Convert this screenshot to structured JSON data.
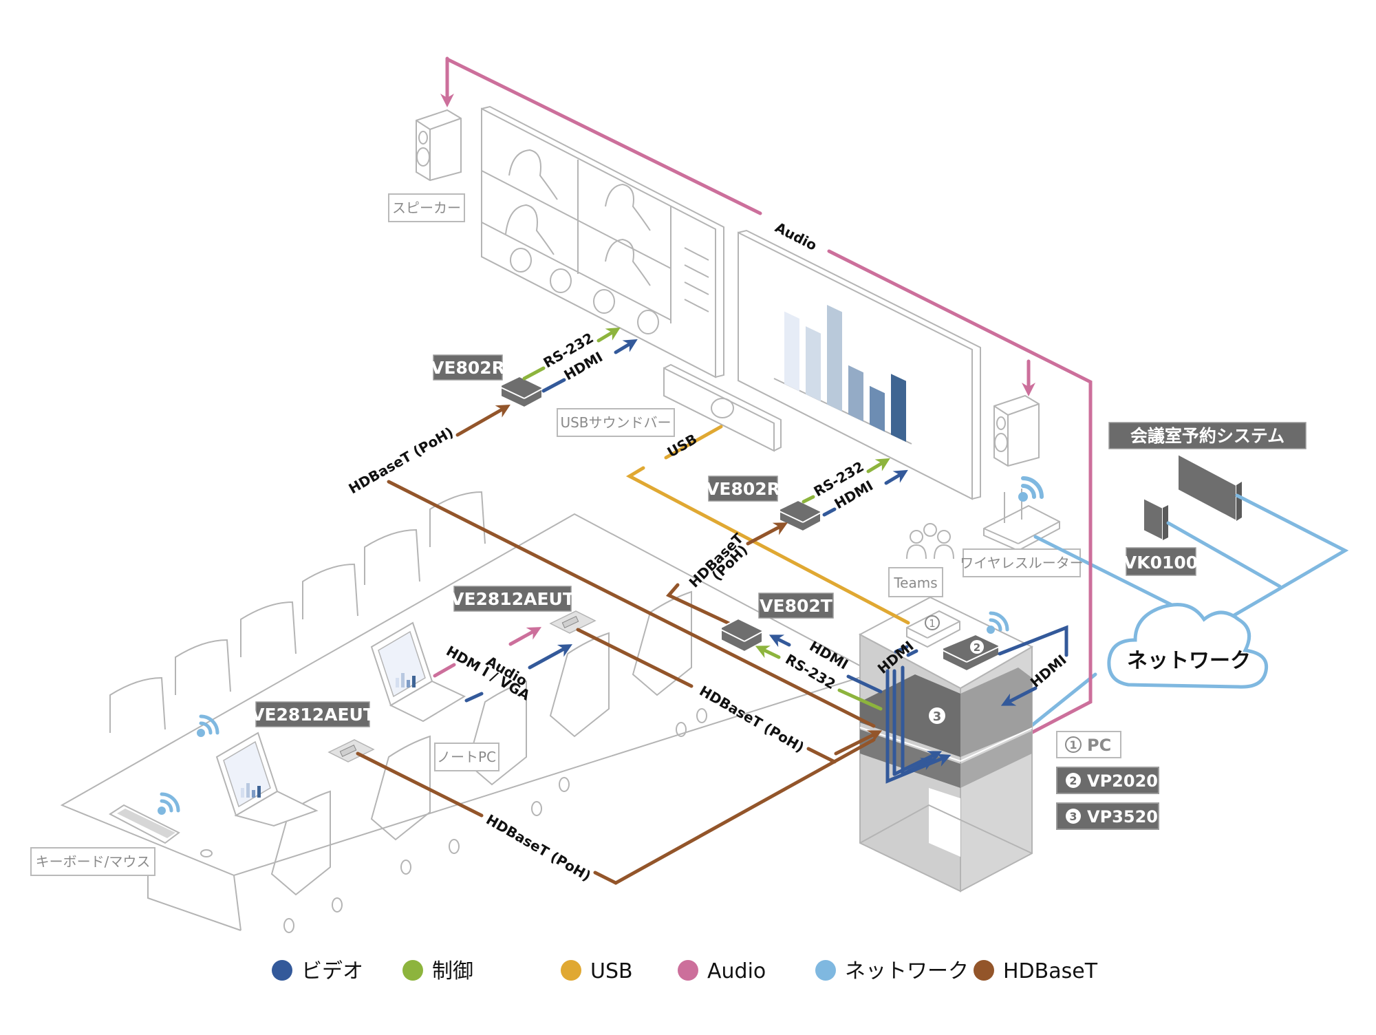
{
  "colors": {
    "video": "#33599a",
    "control": "#8db43d",
    "usb": "#e0a832",
    "audio": "#cc6f9b",
    "network": "#7fb8e0",
    "hdbaset": "#93552a",
    "device_dark": "#6b6b6b",
    "outline_gray": "#b4b4b4"
  },
  "devices": {
    "ve802r_top": "VE802R",
    "ve802r_mid": "VE802R",
    "ve802t": "VE802T",
    "ve2812aeut_upper": "VE2812AEUT",
    "ve2812aeut_lower": "VE2812AEUT",
    "vk0100": "VK0100",
    "room_booking": "会議室予約システム"
  },
  "labels": {
    "speaker": "スピーカー",
    "usb_soundbar": "USBサウンドバー",
    "teams": "Teams",
    "wireless_router": "ワイヤレスルーター",
    "notebook_pc": "ノートPC",
    "keyboard_mouse": "キーボード/マウス",
    "network_cloud": "ネットワーク"
  },
  "signals": {
    "audio_top": "Audio",
    "rs232_top": "RS-232",
    "hdmi_top": "HDMI",
    "hdbaset_poh_top": "HDBaseT (PoH)",
    "usb": "USB",
    "rs232_mid": "RS-232",
    "hdmi_mid": "HDMI",
    "hdbaset_mid_line1": "HDBaseT",
    "hdbaset_mid_line2": "(PoH)",
    "hdmi_ve802t": "HDMI",
    "rs232_ve802t": "RS-232",
    "hdmi_rack_left": "HDMI",
    "hdmi_rack_right": "HDMI",
    "audio_laptop": "Audio",
    "hdmi_vga_laptop": "HDM I / VGA",
    "hdbaset_poh_table": "HDBaseT (PoH)",
    "hdbaset_poh_bottom": "HDBaseT (PoH)"
  },
  "rack_units": {
    "unit1": "1",
    "unit2": "2",
    "unit3": "3"
  },
  "rack_key": [
    {
      "num": "1",
      "name": "PC",
      "style": "light"
    },
    {
      "num": "2",
      "name": "VP2020",
      "style": "dark"
    },
    {
      "num": "3",
      "name": "VP3520",
      "style": "dark"
    }
  ],
  "legend": [
    {
      "label": "ビデオ",
      "color": "#33599a"
    },
    {
      "label": "制御",
      "color": "#8db43d"
    },
    {
      "label": "USB",
      "color": "#e0a832"
    },
    {
      "label": "Audio",
      "color": "#cc6f9b"
    },
    {
      "label": "ネットワーク",
      "color": "#7fb8e0"
    },
    {
      "label": "HDBaseT",
      "color": "#93552a"
    }
  ],
  "screen_chart": {
    "values": [
      0.62,
      0.58,
      0.85,
      0.42,
      0.33,
      0.52
    ]
  }
}
